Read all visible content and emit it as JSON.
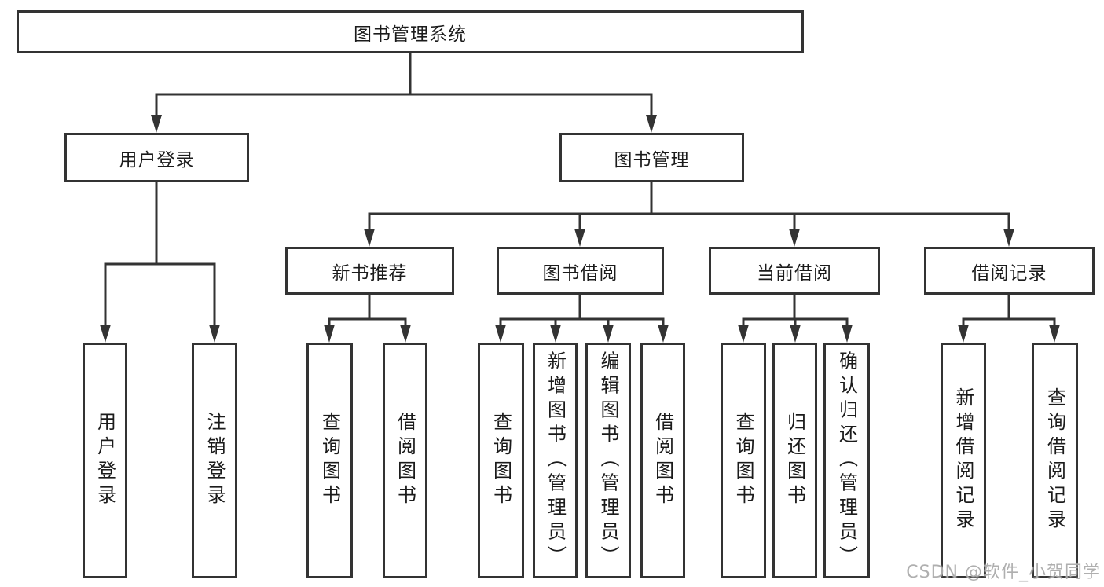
{
  "watermark": "CSDN @软件_小贺同学",
  "colors": {
    "line": "#333333",
    "box_border": "#333333",
    "text": "#1b1b1b",
    "watermark": "#a8a8a8",
    "background": "#ffffff"
  },
  "tree": {
    "root": {
      "label": "图书管理系统",
      "children": [
        {
          "label": "用户登录",
          "children": [
            {
              "label": "用户登录"
            },
            {
              "label": "注销登录"
            }
          ]
        },
        {
          "label": "图书管理",
          "children": [
            {
              "label": "新书推荐",
              "children": [
                {
                  "label": "查询图书"
                },
                {
                  "label": "借阅图书"
                }
              ]
            },
            {
              "label": "图书借阅",
              "children": [
                {
                  "label": "查询图书"
                },
                {
                  "label": "新增图书（管理员）"
                },
                {
                  "label": "编辑图书（管理员）"
                },
                {
                  "label": "借阅图书"
                }
              ]
            },
            {
              "label": "当前借阅",
              "children": [
                {
                  "label": "查询图书"
                },
                {
                  "label": "归还图书"
                },
                {
                  "label": "确认归还（管理员）"
                }
              ]
            },
            {
              "label": "借阅记录",
              "children": [
                {
                  "label": "新增借阅记录"
                },
                {
                  "label": "查询借阅记录"
                }
              ]
            }
          ]
        }
      ]
    }
  }
}
